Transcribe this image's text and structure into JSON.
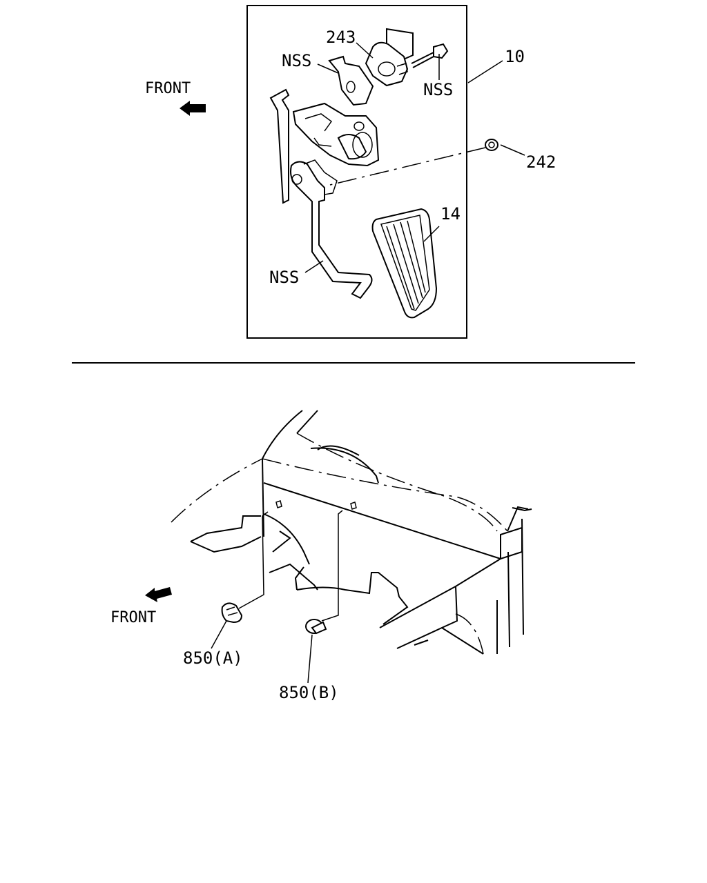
{
  "top_diagram": {
    "front_label": "FRONT",
    "callouts": {
      "assembly": "10",
      "pad": "14",
      "nut": "242",
      "sensor": "243",
      "nss_bracket": "NSS",
      "nss_bolt": "NSS",
      "nss_arm": "NSS"
    }
  },
  "bottom_diagram": {
    "front_label": "FRONT",
    "callouts": {
      "clip_a": "850(A)",
      "clip_b": "850(B)"
    }
  }
}
